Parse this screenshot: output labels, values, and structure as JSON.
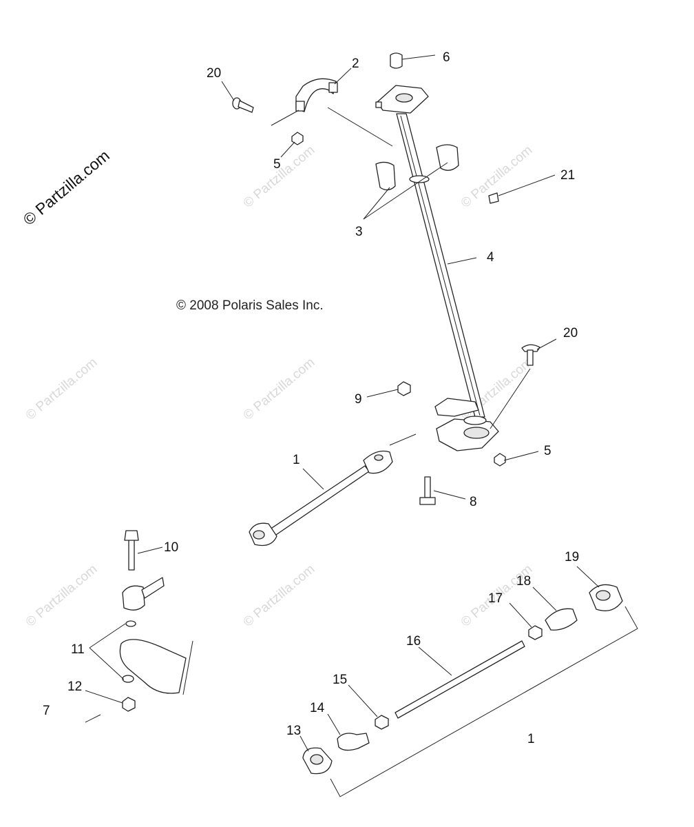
{
  "site_watermark": "© Partzilla.com",
  "background_watermark": "© Partzilla.com",
  "copyright": "© 2008 Polaris Sales Inc.",
  "callouts": [
    {
      "id": "c20a",
      "text": "20"
    },
    {
      "id": "c2",
      "text": "2"
    },
    {
      "id": "c6",
      "text": "6"
    },
    {
      "id": "c5a",
      "text": "5"
    },
    {
      "id": "c21",
      "text": "21"
    },
    {
      "id": "c3",
      "text": "3"
    },
    {
      "id": "c4",
      "text": "4"
    },
    {
      "id": "c20b",
      "text": "20"
    },
    {
      "id": "c9",
      "text": "9"
    },
    {
      "id": "c5b",
      "text": "5"
    },
    {
      "id": "c1a",
      "text": "1"
    },
    {
      "id": "c8",
      "text": "8"
    },
    {
      "id": "c10",
      "text": "10"
    },
    {
      "id": "c19",
      "text": "19"
    },
    {
      "id": "c18",
      "text": "18"
    },
    {
      "id": "c17",
      "text": "17"
    },
    {
      "id": "c16",
      "text": "16"
    },
    {
      "id": "c11",
      "text": "11"
    },
    {
      "id": "c15",
      "text": "15"
    },
    {
      "id": "c12",
      "text": "12"
    },
    {
      "id": "c14",
      "text": "14"
    },
    {
      "id": "c7",
      "text": "7"
    },
    {
      "id": "c13",
      "text": "13"
    },
    {
      "id": "c1b",
      "text": "1"
    }
  ]
}
